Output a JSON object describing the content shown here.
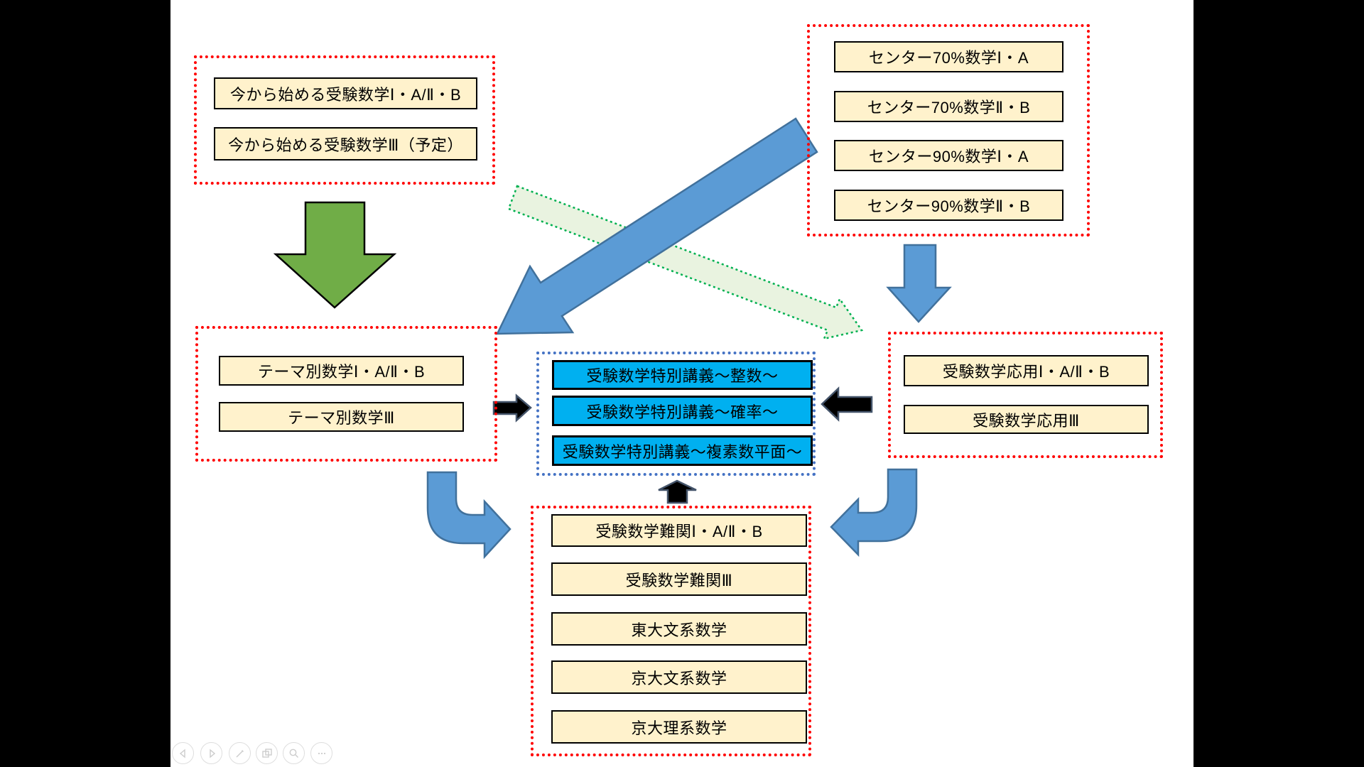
{
  "slide": {
    "groups": {
      "imakara": {
        "border_color": "#FF0000",
        "items": [
          "今から始める受験数学Ⅰ・A/Ⅱ・B",
          "今から始める受験数学Ⅲ（予定）"
        ]
      },
      "center_test": {
        "border_color": "#FF0000",
        "items": [
          "センター70%数学Ⅰ・A",
          "センター70%数学Ⅱ・B",
          "センター90%数学Ⅰ・A",
          "センター90%数学Ⅱ・B"
        ]
      },
      "theme": {
        "border_color": "#FF0000",
        "items": [
          "テーマ別数学Ⅰ・A/Ⅱ・B",
          "テーマ別数学Ⅲ"
        ]
      },
      "special": {
        "border_color": "#4472C4",
        "items": [
          "受験数学特別講義～整数～",
          "受験数学特別講義～確率～",
          "受験数学特別講義～複素数平面～"
        ]
      },
      "ouyou": {
        "border_color": "#FF0000",
        "items": [
          "受験数学応用Ⅰ・A/Ⅱ・B",
          "受験数学応用Ⅲ"
        ]
      },
      "nankan": {
        "border_color": "#FF0000",
        "items": [
          "受験数学難関Ⅰ・A/Ⅱ・B",
          "受験数学難関Ⅲ",
          "東大文系数学",
          "京大文系数学",
          "京大理系数学"
        ]
      }
    },
    "colors": {
      "course_fill": "#FFF2CC",
      "special_fill": "#00B0F0",
      "green_arrow_fill": "#70AD47",
      "green_arrow_stroke": "#000000",
      "blue_arrow_fill": "#5B9BD5",
      "blue_arrow_stroke": "#41719C",
      "pale_green_arrow_fill": "#E9F3E0",
      "pale_green_arrow_stroke": "#00B050",
      "black_arrow_fill": "#000000",
      "black_arrow_stroke": "#44546A"
    }
  },
  "controls": {
    "items": [
      {
        "name": "previous-slide"
      },
      {
        "name": "next-slide"
      },
      {
        "name": "pen"
      },
      {
        "name": "see-all-slides"
      },
      {
        "name": "zoom"
      },
      {
        "name": "more-options"
      }
    ]
  }
}
